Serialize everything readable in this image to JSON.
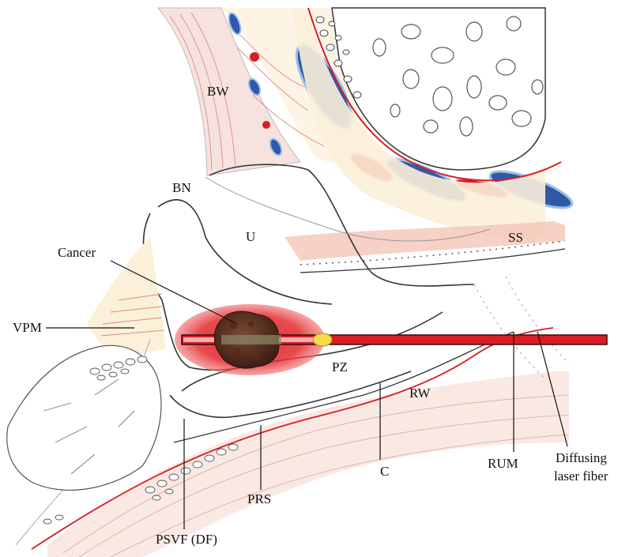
{
  "labels": {
    "bw": "BW",
    "bn": "BN",
    "u": "U",
    "ss": "SS",
    "cancer": "Cancer",
    "vpm": "VPM",
    "pz": "PZ",
    "rw": "RW",
    "c": "C",
    "rum": "RUM",
    "diffusing_1": "Diffusing",
    "diffusing_2": "laser fiber",
    "prs": "PRS",
    "psvf": "PSVF (DF)"
  },
  "colors": {
    "laser_red": "#d81d25",
    "vessel_blue": "#2f5aa8",
    "tissue_pink": "#f4d6cf",
    "tissue_cream": "#fbf0d8",
    "line_dark": "#333333"
  }
}
